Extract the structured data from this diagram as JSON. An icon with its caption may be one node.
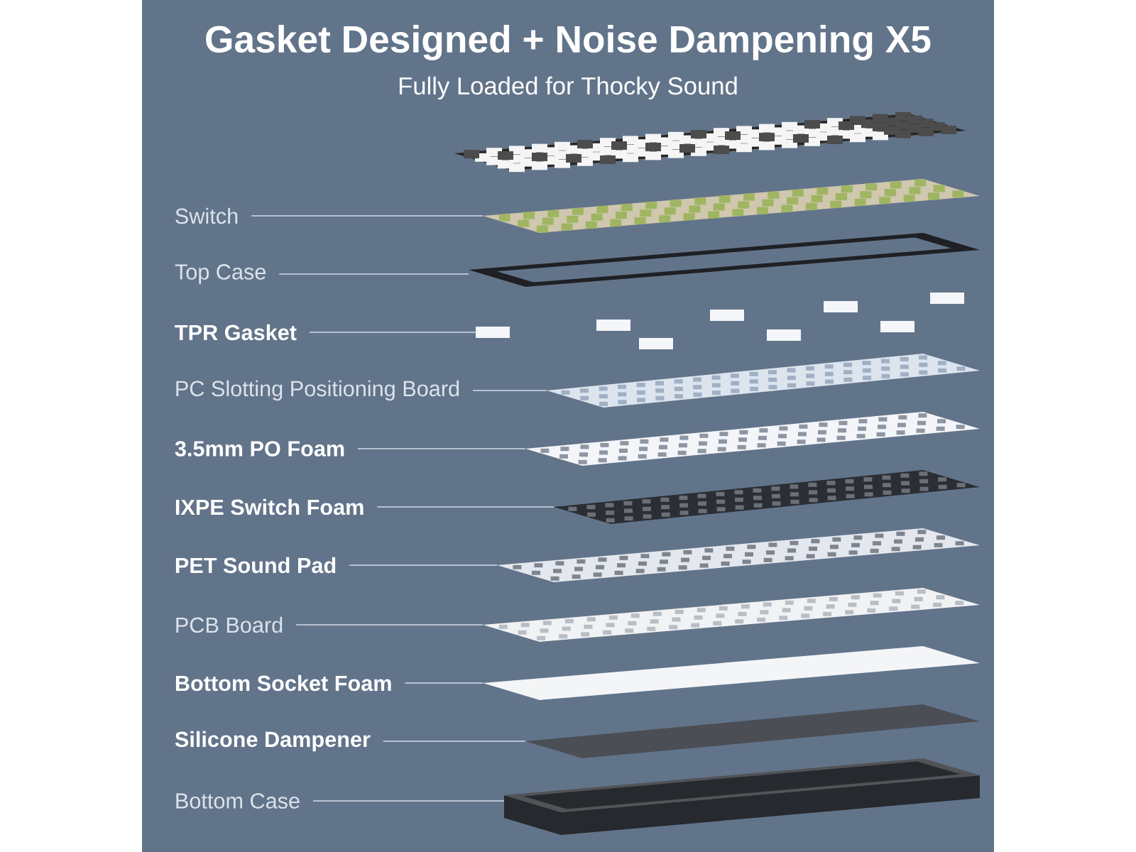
{
  "diagram": {
    "title": "Gasket Designed + Noise Dampening X5",
    "nodes": [
      {
        "text": [
          "Switch"
        ]
      },
      {
        "text": [
          "Top Case"
        ]
      },
      {
        "text": [
          "TPR Gasket"
        ]
      },
      {
        "text": [
          "PC Slotting Positioning Board"
        ]
      },
      {
        "text": [
          "3.5mm PO Foam"
        ]
      },
      {
        "text": [
          "IXPE Switch Foam"
        ]
      },
      {
        "text": [
          "PET Sound Pad"
        ]
      },
      {
        "text": [
          "PCB Board"
        ]
      },
      {
        "text": [
          "Bottom Socket Foam"
        ]
      },
      {
        "text": [
          "Silicone Dampener"
        ]
      },
      {
        "text": [
          "Bottom Case"
        ]
      },
      {
        "text": [],
        "shape": "picture"
      },
      {
        "text": [],
        "shape": "picture"
      },
      {
        "text": [],
        "shape": "picture"
      },
      {
        "text": [],
        "shape": "picture"
      },
      {
        "text": [],
        "shape": "picture"
      },
      {
        "text": [],
        "shape": "picture"
      },
      {
        "text": [],
        "shape": "picture"
      },
      {
        "text": [],
        "shape": "picture"
      },
      {
        "text": [],
        "shape": "picture"
      },
      {
        "text": [],
        "shape": "picture"
      },
      {
        "text": [],
        "shape": "picture"
      }
    ],
    "edges": [
      {
        "from": 0,
        "to": 11,
        "arrow": "none"
      },
      {
        "from": 1,
        "to": 12,
        "arrow": "none"
      },
      {
        "from": 2,
        "to": 13,
        "arrow": "none"
      },
      {
        "from": 3,
        "to": 14,
        "arrow": "none"
      },
      {
        "from": 4,
        "to": 15,
        "arrow": "none"
      },
      {
        "from": 5,
        "to": 16,
        "arrow": "none"
      },
      {
        "from": 6,
        "to": 17,
        "arrow": "none"
      },
      {
        "from": 7,
        "to": 18,
        "arrow": "none"
      },
      {
        "from": 8,
        "to": 19,
        "arrow": "none"
      },
      {
        "from": 9,
        "to": 20,
        "arrow": "none"
      },
      {
        "from": 10,
        "to": 21,
        "arrow": "none"
      }
    ],
    "labels": [
      "Fully Loaded for Thocky Sound"
    ]
  }
}
